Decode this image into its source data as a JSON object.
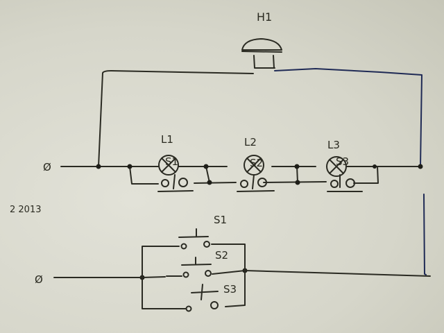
{
  "diagram": {
    "title_component": "H1",
    "date_note": "2 2013",
    "terminals": {
      "top": "Ø",
      "bottom": "Ø"
    },
    "lamps": [
      "L1",
      "L2",
      "L3"
    ],
    "upper_switches": [
      "S1",
      "S2",
      "S3"
    ],
    "lower_switches": [
      "S1",
      "S2",
      "S3"
    ],
    "colors": {
      "ink": "#2a2a22",
      "blue_ink": "#1f2a55",
      "paper": "#d8d8cc"
    }
  }
}
